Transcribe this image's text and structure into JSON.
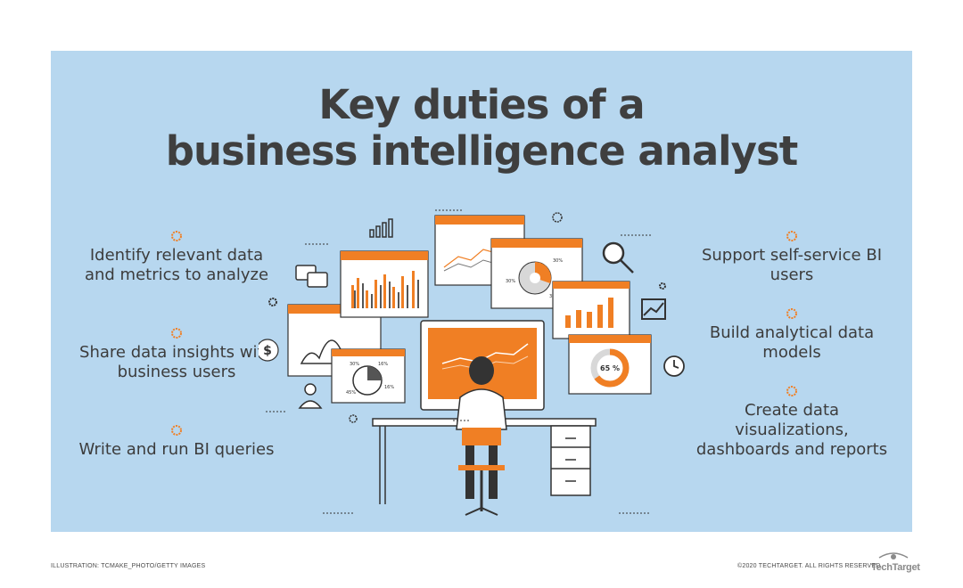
{
  "title": {
    "line1": "Key duties of a",
    "line2": "business intelligence analyst"
  },
  "duties_left": [
    {
      "text": "Identify relevant data and metrics to analyze"
    },
    {
      "text": "Share data insights with business users"
    },
    {
      "text": "Write and run BI queries"
    }
  ],
  "duties_right": [
    {
      "text": "Support self-service BI users"
    },
    {
      "text": "Build analytical data models"
    },
    {
      "text": "Create data visualizations, dashboards and reports"
    }
  ],
  "illustration": {
    "pie_labels": [
      "30%",
      "30%",
      "30%"
    ],
    "small_pie_labels": [
      "30%",
      "16%",
      "45%",
      "16%"
    ],
    "donut_label": "65 %",
    "currency_symbol": "$"
  },
  "footer": {
    "credit": "ILLUSTRATION: TCMAKE_PHOTO/GETTY IMAGES",
    "copyright": "©2020 TECHTARGET. ALL RIGHTS RESERVED",
    "brand": "TechTarget"
  },
  "colors": {
    "panel": "#b7d7ef",
    "accent": "#f07f24",
    "text": "#3f3f3f"
  }
}
